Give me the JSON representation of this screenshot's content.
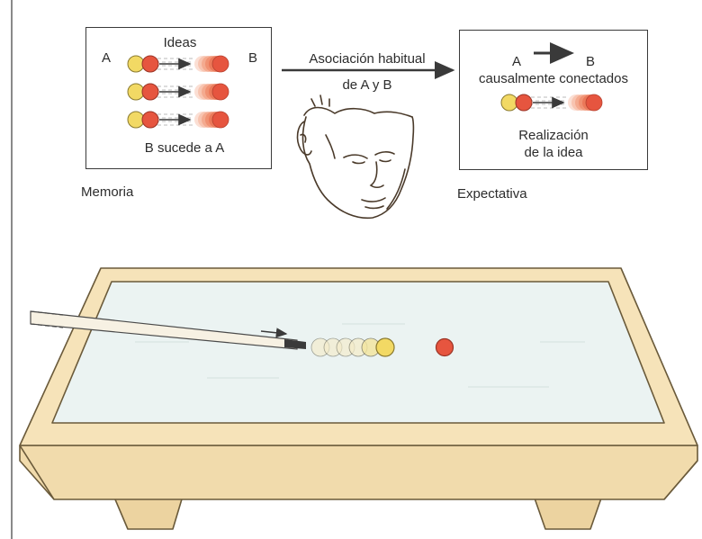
{
  "memory": {
    "label_a": "A",
    "label_b": "B",
    "ideas": "Ideas",
    "caption": "B sucede a A",
    "title": "Memoria"
  },
  "association": {
    "line1": "Asociación habitual",
    "line2": "de A y B"
  },
  "expectation": {
    "label_a": "A",
    "label_b": "B",
    "connected": "causalmente conectados",
    "realization_line1": "Realización",
    "realization_line2": "de la idea",
    "title": "Expectativa"
  },
  "colors": {
    "ball_yellow": "#f2d964",
    "ball_red": "#e6553f",
    "ball_ghost": "#f3a485",
    "table_wood": "#f6e3b9",
    "table_felt": "#ebf3f2",
    "outline": "#6a5a3a"
  }
}
